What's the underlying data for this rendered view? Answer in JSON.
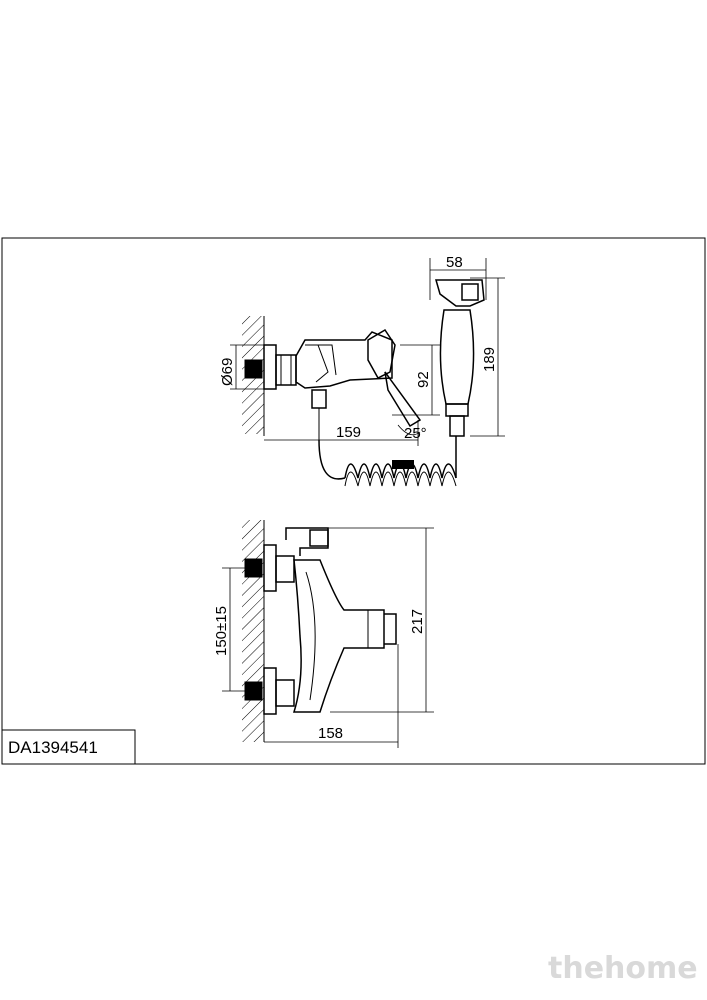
{
  "drawing": {
    "model_code": "DA1394541",
    "watermark": "thehome",
    "side_view": {
      "dim_width_handshower": "58",
      "dim_height_handshower": "189",
      "dim_diameter": "Ø69",
      "dim_height_body": "92",
      "dim_depth": "159",
      "dim_angle": "25°"
    },
    "front_view": {
      "dim_inlet_spacing": "150±15",
      "dim_total_height": "217",
      "dim_depth": "158"
    }
  }
}
